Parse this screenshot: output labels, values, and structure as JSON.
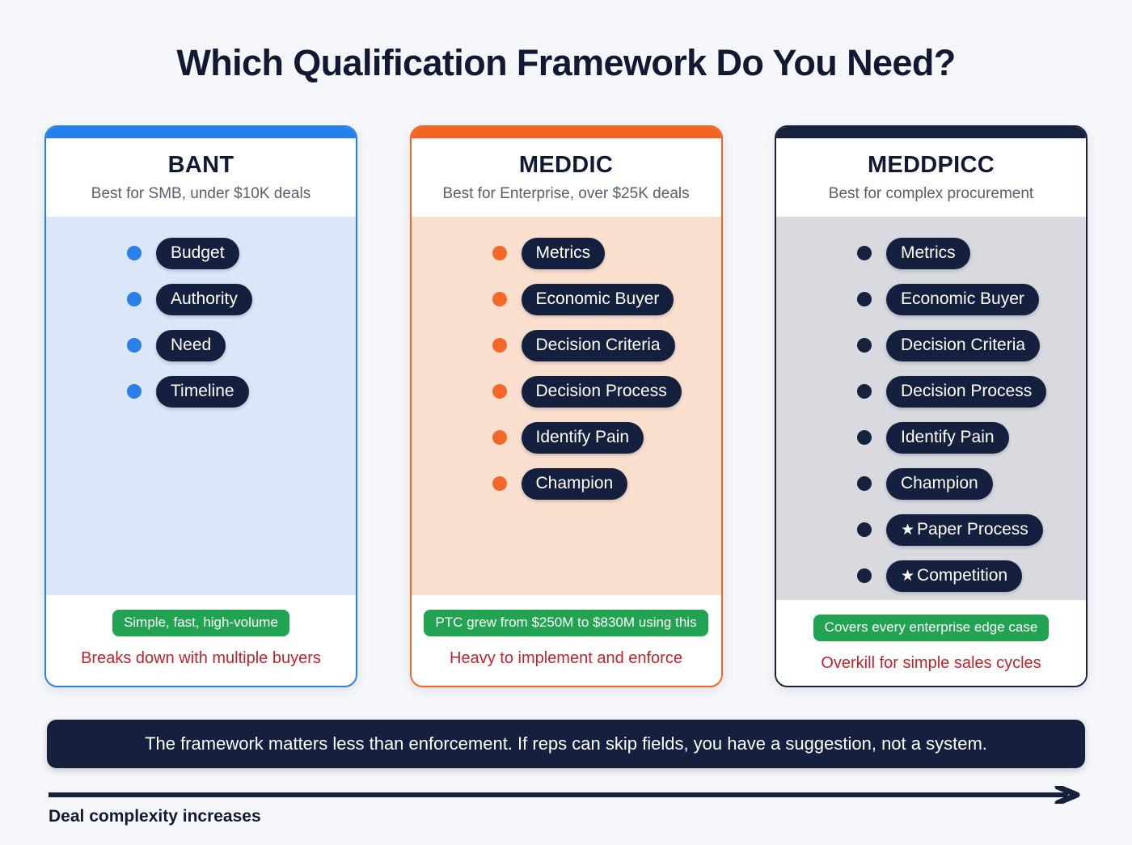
{
  "page": {
    "title": "Which Qualification Framework Do You Need?",
    "background_color": "#f5f7fa"
  },
  "cards": [
    {
      "name": "BANT",
      "subtitle": "Best for SMB, under $10K deals",
      "accent_color": "#2680eb",
      "body_color": "#dbe7f8",
      "dot_color": "#2a7fea",
      "items": [
        {
          "label": "Budget",
          "starred": false
        },
        {
          "label": "Authority",
          "starred": false
        },
        {
          "label": "Need",
          "starred": false
        },
        {
          "label": "Timeline",
          "starred": false
        }
      ],
      "pro": "Simple, fast, high-volume",
      "con": "Breaks down with multiple buyers"
    },
    {
      "name": "MEDDIC",
      "subtitle": "Best for Enterprise, over $25K deals",
      "accent_color": "#f26422",
      "body_color": "#fce0cf",
      "dot_color": "#f5682a",
      "items": [
        {
          "label": "Metrics",
          "starred": false
        },
        {
          "label": "Economic Buyer",
          "starred": false
        },
        {
          "label": "Decision Criteria",
          "starred": false
        },
        {
          "label": "Decision Process",
          "starred": false
        },
        {
          "label": "Identify Pain",
          "starred": false
        },
        {
          "label": "Champion",
          "starred": false
        }
      ],
      "pro": "PTC grew from $250M to $830M using this",
      "con": "Heavy to implement and enforce"
    },
    {
      "name": "MEDDPICC",
      "subtitle": "Best for complex procurement",
      "accent_color": "#16213e",
      "body_color": "#d8dadf",
      "dot_color": "#16213e",
      "items": [
        {
          "label": "Metrics",
          "starred": false
        },
        {
          "label": "Economic Buyer",
          "starred": false
        },
        {
          "label": "Decision Criteria",
          "starred": false
        },
        {
          "label": "Decision Process",
          "starred": false
        },
        {
          "label": "Identify Pain",
          "starred": false
        },
        {
          "label": "Champion",
          "starred": false
        },
        {
          "label": "Paper Process",
          "starred": true
        },
        {
          "label": "Competition",
          "starred": true
        }
      ],
      "pro": "Covers every enterprise edge case",
      "con": "Overkill for simple sales cycles"
    }
  ],
  "banner": {
    "text": "The framework matters less than enforcement. If reps can skip fields, you have a suggestion, not a system.",
    "background_color": "#15203f"
  },
  "axis": {
    "label": "Deal complexity increases",
    "color": "#16213e",
    "icon": "arrow-right-icon"
  },
  "glyphs": {
    "star": "★"
  }
}
